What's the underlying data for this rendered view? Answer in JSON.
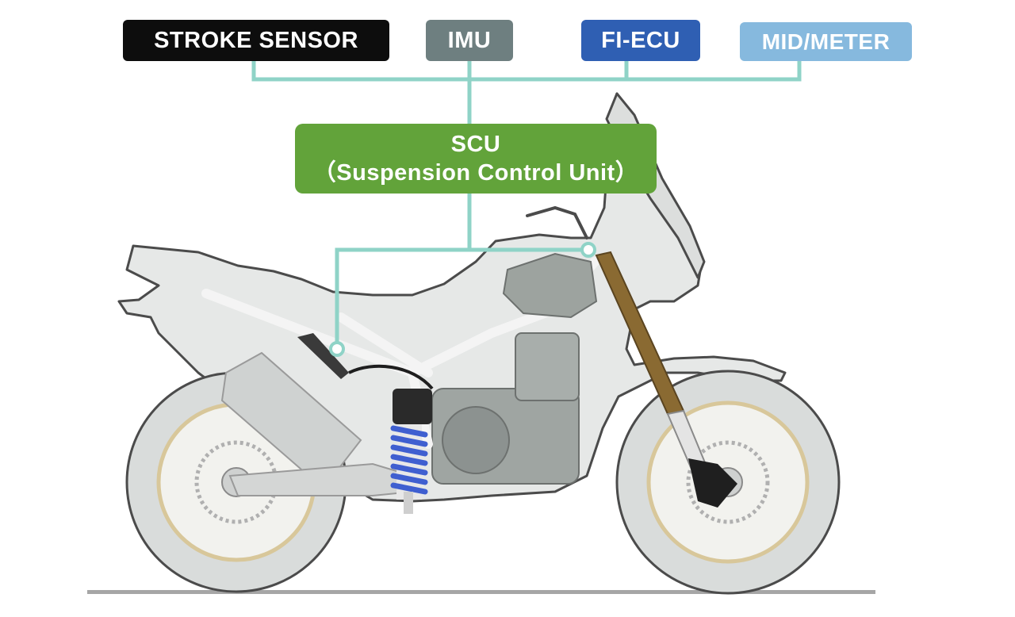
{
  "nodes": {
    "stroke_sensor": {
      "label": "STROKE SENSOR",
      "color": "#0d0d0d"
    },
    "imu": {
      "label": "IMU",
      "color": "#6e7f80"
    },
    "fi_ecu": {
      "label": "FI-ECU",
      "color": "#2f5fb3"
    },
    "mid_meter": {
      "label": "MID/METER",
      "color": "#86b9de"
    },
    "scu": {
      "label": "SCU",
      "sublabel": "（Suspension Control Unit）",
      "color": "#62a33a"
    }
  },
  "connector_color": "#8fd3c7"
}
